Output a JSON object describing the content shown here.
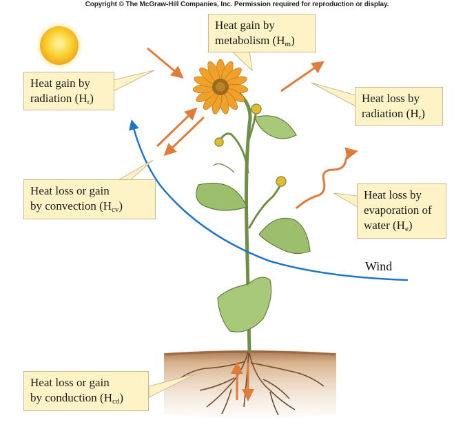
{
  "copyright": "Copyright © The McGraw-Hill Companies, Inc. Permission required for reproduction or display.",
  "labels": {
    "metabolism": {
      "line1": "Heat gain by",
      "line2": "metabolism (H",
      "sub": "m",
      "close": ")"
    },
    "radiation_gain": {
      "line1": "Heat gain by",
      "line2": "radiation (H",
      "sub": "r",
      "close": ")"
    },
    "radiation_loss": {
      "line1": "Heat loss by",
      "line2": "radiation (H",
      "sub": "r",
      "close": ")"
    },
    "convection": {
      "line1": "Heat loss or gain",
      "line2": "by convection (H",
      "sub": "cv",
      "close": ")"
    },
    "evaporation": {
      "line1": "Heat loss by",
      "line2": "evaporation of",
      "line3": "water (H",
      "sub": "e",
      "close": ")"
    },
    "conduction": {
      "line1": "Heat loss or gain",
      "line2": "by conduction (H",
      "sub": "cd",
      "close": ")"
    },
    "wind": "Wind"
  },
  "colors": {
    "heat_arrow": "#e07b39",
    "wind_arrow": "#1e74c9",
    "label_fill": "#fdf3c7",
    "sun": "#f7c21c",
    "leaf": "#9cbf6e",
    "soil": "#c9a27a"
  }
}
